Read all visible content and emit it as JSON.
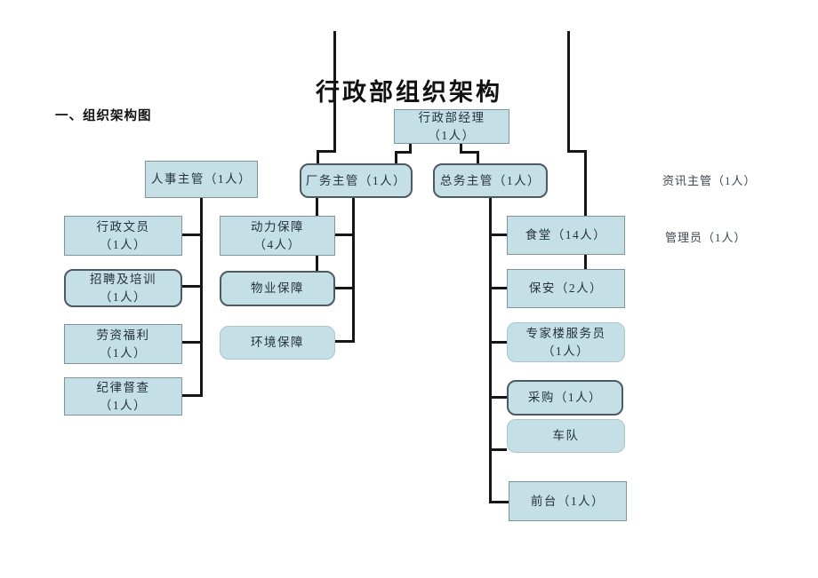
{
  "page": {
    "title": "行政部组织架构",
    "section_heading": "一、组织架构图"
  },
  "colors": {
    "box_fill": "#c4e0e6",
    "box_border": "#7e939b",
    "rounded_border_dark": "#4d5a63",
    "rounded_border_light": "#a9c6cc",
    "connector_line": "#161616",
    "text": "#26313c"
  },
  "nodes": [
    {
      "line1": "行政部经理",
      "line2": "（1人）"
    },
    {
      "line1": "人事主管（1人）"
    },
    {
      "line1": "厂务主管（1人）"
    },
    {
      "line1": "总务主管（1人）"
    },
    {
      "line1": "行政文员",
      "line2": "（1人）"
    },
    {
      "line1": "招聘及培训",
      "line2": "（1人）"
    },
    {
      "line1": "劳资福利",
      "line2": "（1人）"
    },
    {
      "line1": "纪律督查",
      "line2": "（1人）"
    },
    {
      "line1": "动力保障",
      "line2": "（4人）"
    },
    {
      "line1": "物业保障"
    },
    {
      "line1": "环境保障"
    },
    {
      "line1": "食堂（14人）"
    },
    {
      "line1": "保安（2人）"
    },
    {
      "line1": "专家楼服务员",
      "line2": "（1人）"
    },
    {
      "line1": "采购（1人）"
    },
    {
      "line1": "车队"
    },
    {
      "line1": "前台（1人）"
    }
  ],
  "side_labels": [
    "资讯主管（1人）",
    "管理员（1人）"
  ],
  "hierarchy": {
    "root": "行政部经理（1人）",
    "branches": [
      {
        "head": "人事主管（1人）",
        "children": [
          "行政文员（1人）",
          "招聘及培训（1人）",
          "劳资福利（1人）",
          "纪律督查（1人）"
        ]
      },
      {
        "head": "厂务主管（1人）",
        "children": [
          "动力保障（4人）",
          "物业保障",
          "环境保障"
        ]
      },
      {
        "head": "总务主管（1人）",
        "children": [
          "食堂（14人）",
          "保安（2人）",
          "专家楼服务员（1人）",
          "采购（1人）",
          "车队",
          "前台（1人）"
        ]
      }
    ]
  }
}
